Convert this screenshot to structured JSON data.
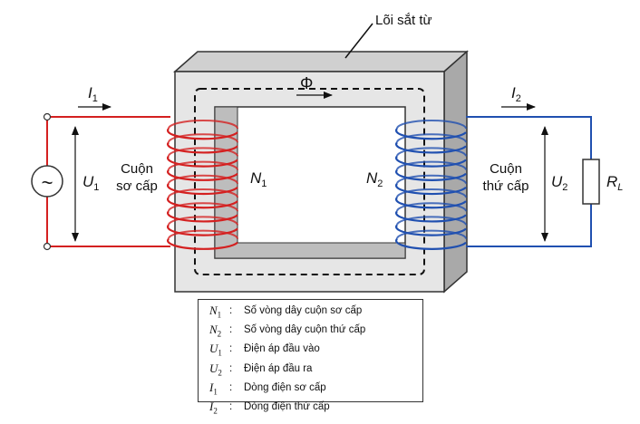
{
  "title_core": "Lõi sắt từ",
  "flux_symbol": "Φ",
  "primary": {
    "current_symbol": "I",
    "current_sub": "1",
    "voltage_symbol": "U",
    "voltage_sub": "1",
    "turns_symbol": "N",
    "turns_sub": "1",
    "label_line1": "Cuộn",
    "label_line2": "sơ cấp",
    "source_glyph": "~",
    "color": "#d42020"
  },
  "secondary": {
    "current_symbol": "I",
    "current_sub": "2",
    "voltage_symbol": "U",
    "voltage_sub": "2",
    "turns_symbol": "N",
    "turns_sub": "2",
    "label_line1": "Cuộn",
    "label_line2": "thứ cấp",
    "load_symbol": "R",
    "load_sub": "L",
    "color": "#2050b0"
  },
  "legend": [
    {
      "sym": "N",
      "sub": "1",
      "colon": ":",
      "text": "Số vòng dây cuộn sơ cấp"
    },
    {
      "sym": "N",
      "sub": "2",
      "colon": ":",
      "text": "Số vòng dây cuộn thứ cấp"
    },
    {
      "sym": "U",
      "sub": "1",
      "colon": ":",
      "text": "Điện áp đầu vào"
    },
    {
      "sym": "U",
      "sub": "2",
      "colon": ":",
      "text": "Điện áp đầu ra"
    },
    {
      "sym": "I",
      "sub": "1",
      "colon": ":",
      "text": "Dòng điện sơ cấp"
    },
    {
      "sym": "I",
      "sub": "2",
      "colon": ":",
      "text": "Dòng điện thứ cấp"
    }
  ]
}
